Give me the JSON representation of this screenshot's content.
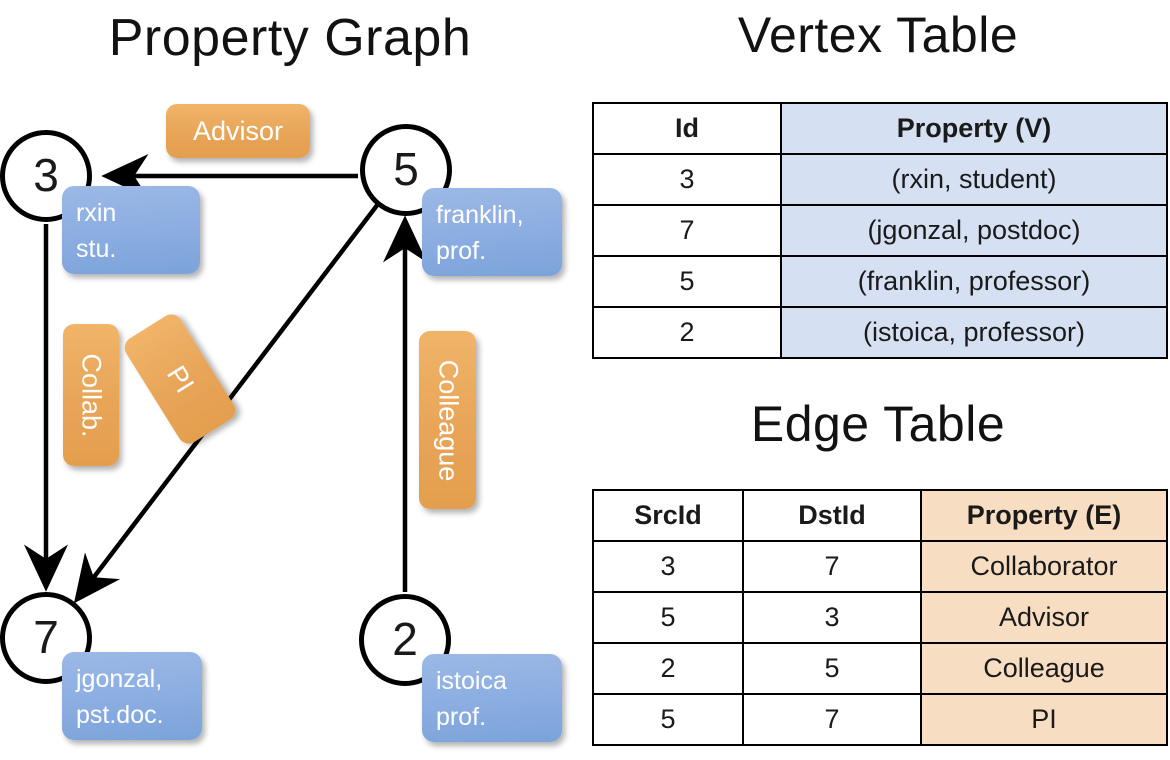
{
  "titles": {
    "graph": "Property Graph",
    "vertex": "Vertex Table",
    "edge": "Edge Table"
  },
  "graph": {
    "nodes": [
      {
        "id": "3",
        "prop_line1": "rxin",
        "prop_line2": "stu."
      },
      {
        "id": "5",
        "prop_line1": "franklin,",
        "prop_line2": "prof."
      },
      {
        "id": "7",
        "prop_line1": "jgonzal,",
        "prop_line2": "pst.doc."
      },
      {
        "id": "2",
        "prop_line1": "istoica",
        "prop_line2": "prof."
      }
    ],
    "edge_labels": [
      {
        "text": "Advisor",
        "orientation": "horizontal"
      },
      {
        "text": "Collab.",
        "orientation": "vertical"
      },
      {
        "text": "PI",
        "orientation": "rotated"
      },
      {
        "text": "Colleague",
        "orientation": "vertical"
      }
    ],
    "colors": {
      "node_stroke": "#000000",
      "vertex_callout": "#8eafe2",
      "edge_callout": "#e8a558"
    }
  },
  "vertex_table": {
    "headers": [
      "Id",
      "Property (V)"
    ],
    "rows": [
      {
        "id": "3",
        "property": "(rxin, student)"
      },
      {
        "id": "7",
        "property": "(jgonzal, postdoc)"
      },
      {
        "id": "5",
        "property": "(franklin, professor)"
      },
      {
        "id": "2",
        "property": "(istoica, professor)"
      }
    ],
    "property_fill": "#d5e0f2"
  },
  "edge_table": {
    "headers": [
      "SrcId",
      "DstId",
      "Property (E)"
    ],
    "rows": [
      {
        "src": "3",
        "dst": "7",
        "property": "Collaborator"
      },
      {
        "src": "5",
        "dst": "3",
        "property": "Advisor"
      },
      {
        "src": "2",
        "dst": "5",
        "property": "Colleague"
      },
      {
        "src": "5",
        "dst": "7",
        "property": "PI"
      }
    ],
    "property_fill": "#f7ddc2"
  }
}
